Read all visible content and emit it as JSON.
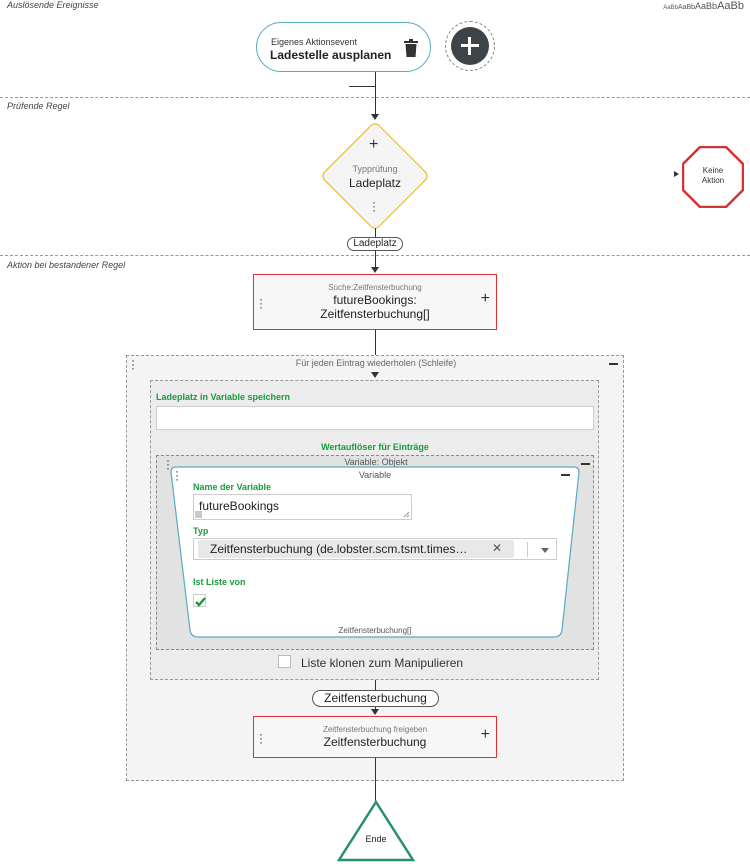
{
  "sections": {
    "trigger": "Auslösende Ereignisse",
    "rule": "Prüfende Regel",
    "action": "Aktion bei bestandener Regel"
  },
  "text_sizes": [
    "AaBb",
    "AaBb",
    "AaBb",
    "AaBb"
  ],
  "event": {
    "sub": "Eigenes Aktionsevent",
    "main": "Ladestelle ausplanen"
  },
  "rule_node": {
    "sub": "Typprüfung",
    "main": "Ladeplatz"
  },
  "no_action": {
    "line1": "Keine",
    "line2": "Aktion"
  },
  "rule_output": "Ladeplatz",
  "search_action": {
    "sub": "Suche:Zeitfensterbuchung",
    "line1": "futureBookings:",
    "line2": "Zeitfensterbuchung[]"
  },
  "loop": {
    "title": "Für jeden Eintrag wiederholen (Schleife)",
    "save_var_label": "Ladeplatz in Variable speichern",
    "save_var_value": "",
    "resolver_label": "Wertauflöser für Einträge",
    "varobj_title": "Variable: Objekt",
    "card": {
      "title": "Variable",
      "name_label": "Name der Variable",
      "name_value": "futureBookings",
      "type_label": "Typ",
      "type_value": "Zeitfensterbuchung (de.lobster.scm.tsmt.times…",
      "list_label": "Ist Liste von",
      "footer": "Zeitfensterbuchung[]"
    },
    "clone_label": "Liste klonen zum Manipulieren",
    "clone_checked": false,
    "output_label": "Zeitfensterbuchung",
    "release_action": {
      "sub": "Zeitfensterbuchung freigeben",
      "main": "Zeitfensterbuchung"
    }
  },
  "end": "Ende",
  "colors": {
    "green": "#1a9a3c",
    "red": "#d33333",
    "yellow": "#f0b400",
    "teal": "#2a8f6a",
    "blue": "#5aa9c8"
  }
}
